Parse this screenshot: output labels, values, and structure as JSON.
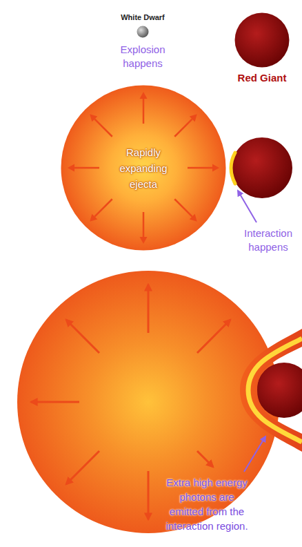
{
  "diagram": {
    "nodes": [
      {
        "text": [
          "White Dwarf"
        ]
      },
      {
        "text": [
          "Red Giant"
        ]
      },
      {
        "text": [
          "Rapidly expanding ejecta"
        ]
      }
    ],
    "labels": [
      "Explosion happens",
      "Interaction happens",
      "Extra high energy photons are emitted from the interaction region."
    ]
  }
}
